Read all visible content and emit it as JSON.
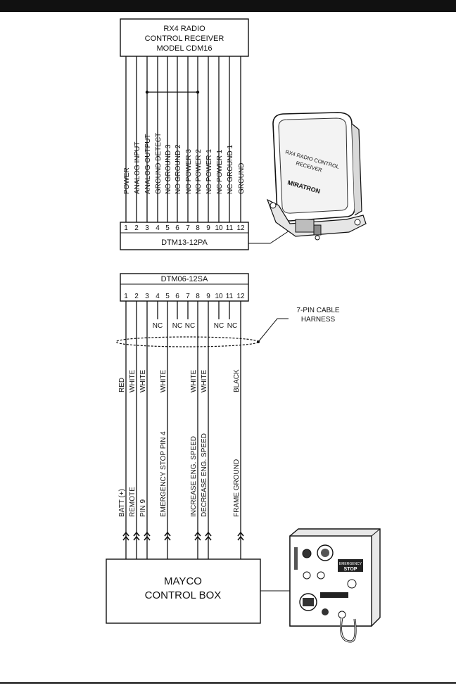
{
  "receiver": {
    "title_lines": [
      "RX4 RADIO",
      "CONTROL RECEIVER",
      "MODEL CDM16"
    ],
    "pins": [
      "POWER",
      "ANALOG INPUT",
      "ANALOG OUTPUT",
      "GROUND DETECT",
      "NO GROUND 3",
      "NO GROUND 2",
      "NO POWER 3",
      "NO POWER 2",
      "NO POWER 1",
      "NC POWER 1",
      "NC GROUND 1",
      "GROUND"
    ],
    "connector": "DTM13-12PA",
    "image_label_lines": [
      "RX4 RADIO CONTROL",
      "RECEIVER"
    ],
    "image_brand": "MIRATRON"
  },
  "pin_numbers": [
    "1",
    "2",
    "3",
    "4",
    "5",
    "6",
    "7",
    "8",
    "9",
    "10",
    "11",
    "12"
  ],
  "harness": {
    "connector": "DTM06-12SA",
    "nc_label": "NC",
    "cable_label_lines": [
      "7-PIN CABLE",
      "HARNESS"
    ],
    "wires": [
      {
        "color": "RED",
        "function": "BATT (+)"
      },
      {
        "color": "WHITE",
        "function": "REMOTE"
      },
      {
        "color": "WHITE",
        "function": "PIN 9"
      },
      {
        "color": "WHITE",
        "function": "EMERGENCY STOP PIN 4"
      },
      {
        "color": "WHITE",
        "function": "INCREASE ENG. SPEED"
      },
      {
        "color": "WHITE",
        "function": "DECREASE ENG. SPEED"
      },
      {
        "color": "BLACK",
        "function": "FRAME GROUND"
      }
    ]
  },
  "control_box": {
    "title_lines": [
      "MAYCO",
      "CONTROL BOX"
    ],
    "image_button_lines": [
      "EMERGENCY",
      "STOP"
    ]
  }
}
